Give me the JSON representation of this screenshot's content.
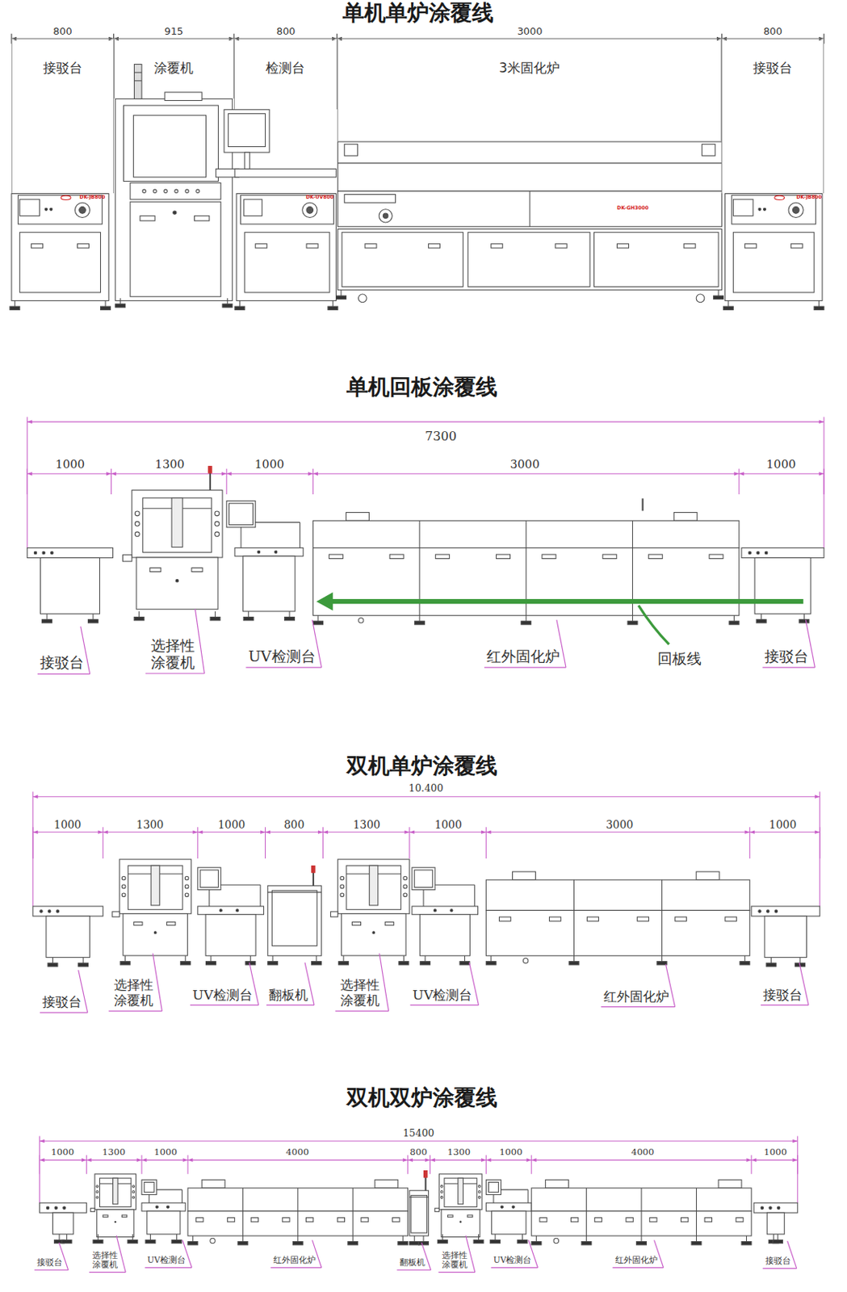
{
  "diagram": {
    "nodes": [
      {
        "text": [
          "接驳台"
        ]
      },
      {
        "text": [
          "涂覆机"
        ]
      },
      {
        "text": [
          "检测台"
        ]
      },
      {
        "text": [
          "3米固化炉"
        ]
      },
      {
        "text": [
          "接驳台"
        ]
      }
    ],
    "labels": [
      "单机单炉涂覆线",
      "800",
      "915",
      "800",
      "3000",
      "800",
      "DK-JB800",
      "DK-UV800",
      "DK-GH3000",
      "DK-JB800",
      "单机回板涂覆线",
      "7300",
      "1000",
      "1300",
      "1000",
      "3000",
      "1000",
      "接驳台",
      "选择性 涂覆机",
      "UV检测台",
      "红外固化炉",
      "回板线",
      "接驳台",
      "双机单炉涂覆线",
      "10.400",
      "1000",
      "1300",
      "1000",
      "800",
      "1300",
      "1000",
      "3000",
      "1000",
      "接驳台",
      "选择性 涂覆机",
      "UV检测台",
      "翻板机",
      "选择性 涂覆机",
      "UV检测台",
      "红外固化炉",
      "接驳台",
      "双机双炉涂覆线",
      "15400",
      "1000",
      "1300",
      "1000",
      "4000",
      "800",
      "1300",
      "1000",
      "4000",
      "1000",
      "接驳台",
      "选择性 涂覆机",
      "UV检测台",
      "红外固化炉",
      "翻板机",
      "选择性 涂覆机",
      "UV检测台",
      "红外固化炉",
      "接驳台"
    ]
  }
}
